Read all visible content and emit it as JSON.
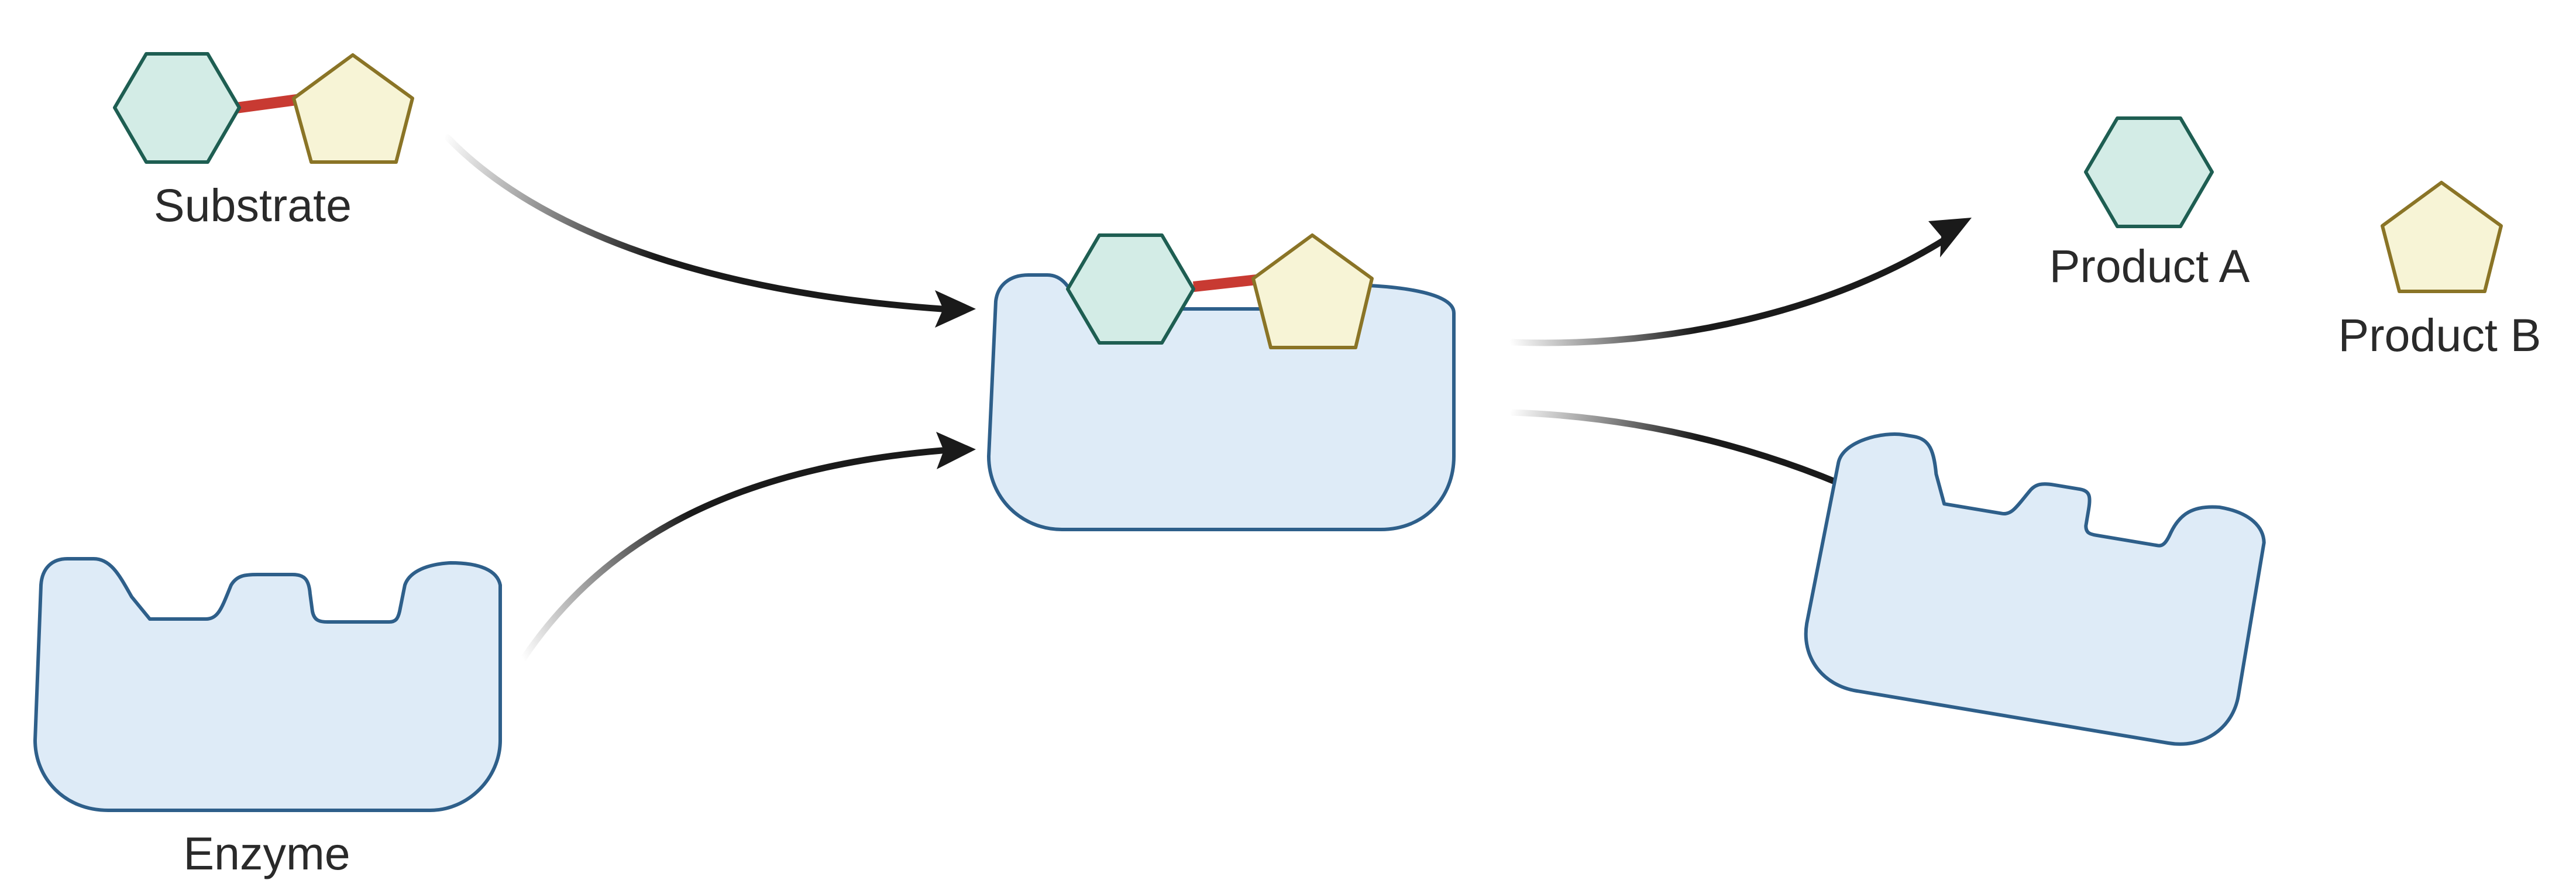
{
  "labels": {
    "substrate": "Substrate",
    "enzyme": "Enzyme",
    "product_a": "Product A",
    "product_b": "Product B"
  },
  "colors": {
    "enzyme_fill": "#deebf7",
    "enzyme_stroke": "#2e5f8a",
    "hexagon_fill": "#d3ece6",
    "hexagon_stroke": "#1e5e52",
    "pentagon_fill": "#f7f4d6",
    "pentagon_stroke": "#8a7426",
    "bond": "#c83a32",
    "arrow": "#1a1a1a"
  },
  "icons": {
    "hexagon": "hexagon-icon",
    "pentagon": "pentagon-icon",
    "enzyme": "enzyme-shape",
    "arrow": "curved-arrow"
  }
}
